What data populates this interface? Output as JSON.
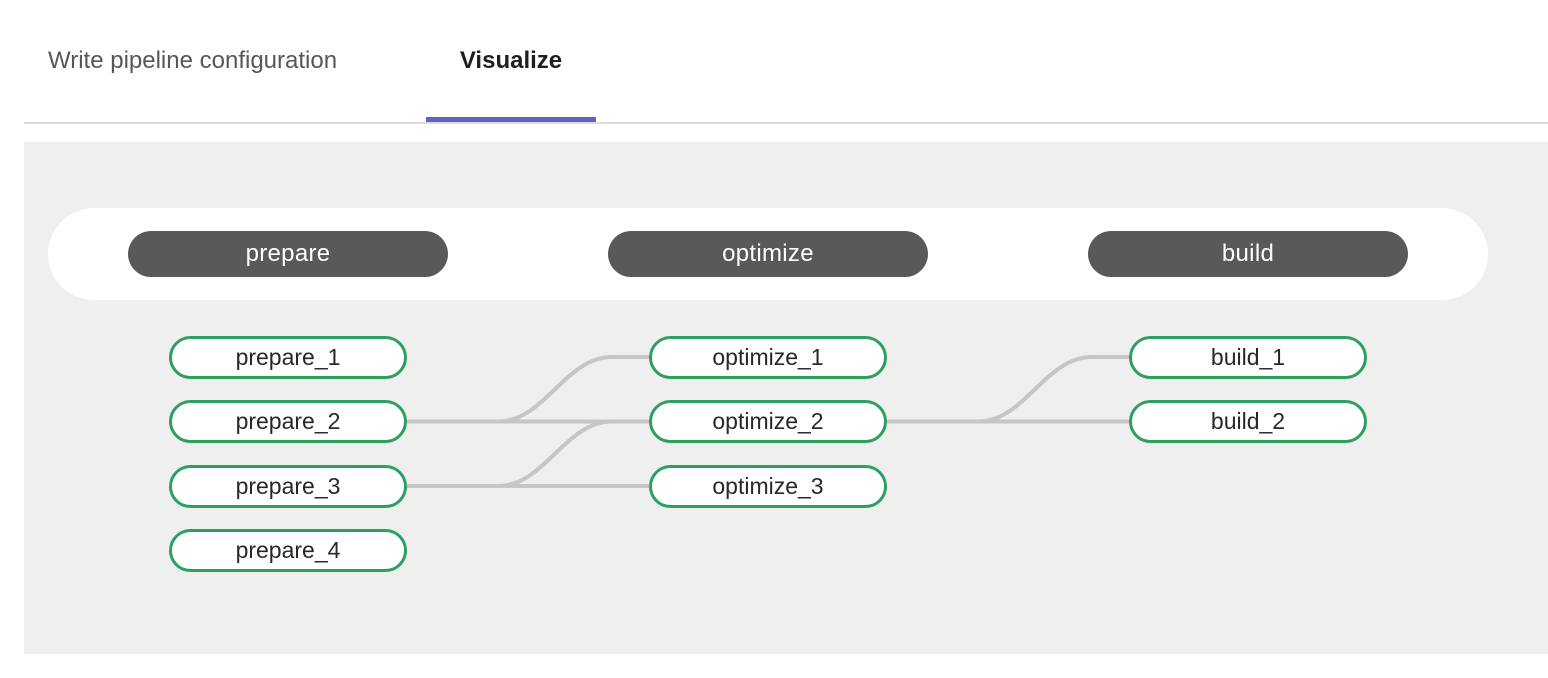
{
  "tabs": {
    "items": [
      {
        "label": "Write pipeline configuration",
        "active": false
      },
      {
        "label": "Visualize",
        "active": true
      }
    ]
  },
  "pipeline": {
    "stages": [
      {
        "name": "prepare",
        "jobs": [
          "prepare_1",
          "prepare_2",
          "prepare_3",
          "prepare_4"
        ]
      },
      {
        "name": "optimize",
        "jobs": [
          "optimize_1",
          "optimize_2",
          "optimize_3"
        ]
      },
      {
        "name": "build",
        "jobs": [
          "build_1",
          "build_2"
        ]
      }
    ],
    "edges": [
      {
        "from": "prepare_2",
        "to": "optimize_1"
      },
      {
        "from": "prepare_2",
        "to": "optimize_2"
      },
      {
        "from": "prepare_3",
        "to": "optimize_2"
      },
      {
        "from": "prepare_3",
        "to": "optimize_3"
      },
      {
        "from": "optimize_2",
        "to": "build_1"
      },
      {
        "from": "optimize_2",
        "to": "build_2"
      }
    ]
  },
  "colors": {
    "accent": "#6161be",
    "stage_pill_bg": "#595959",
    "job_border": "#2ca05e",
    "edge_line": "#c6c6c6",
    "canvas_bg": "#efefef"
  }
}
